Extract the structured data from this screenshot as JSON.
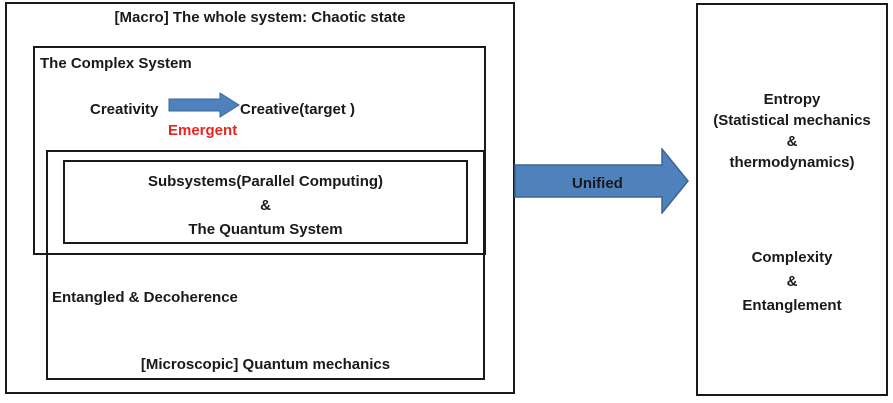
{
  "colors": {
    "line": "#1a1a1a",
    "emergent": "#e8261f",
    "arrow_fill": "#4f81bd",
    "arrow_stroke": "#3a6595"
  },
  "outer": {
    "title": "[Macro] The whole system: Chaotic state"
  },
  "complex": {
    "title": "The Complex System",
    "creativity": "Creativity",
    "creative_target": "Creative(target )",
    "emergent": "Emergent"
  },
  "subsystems": {
    "line1": "Subsystems(Parallel Computing)",
    "line2": "&",
    "line3": "The Quantum System"
  },
  "quantum": {
    "entangled": "Entangled & Decoherence",
    "title": "[Microscopic] Quantum mechanics"
  },
  "arrow": {
    "label": "Unified"
  },
  "right": {
    "entropy_line1": "Entropy",
    "entropy_line2": "(Statistical mechanics",
    "entropy_line3": "&",
    "entropy_line4": "thermodynamics)",
    "complexity_line1": "Complexity",
    "complexity_line2": "&",
    "complexity_line3": "Entanglement"
  }
}
